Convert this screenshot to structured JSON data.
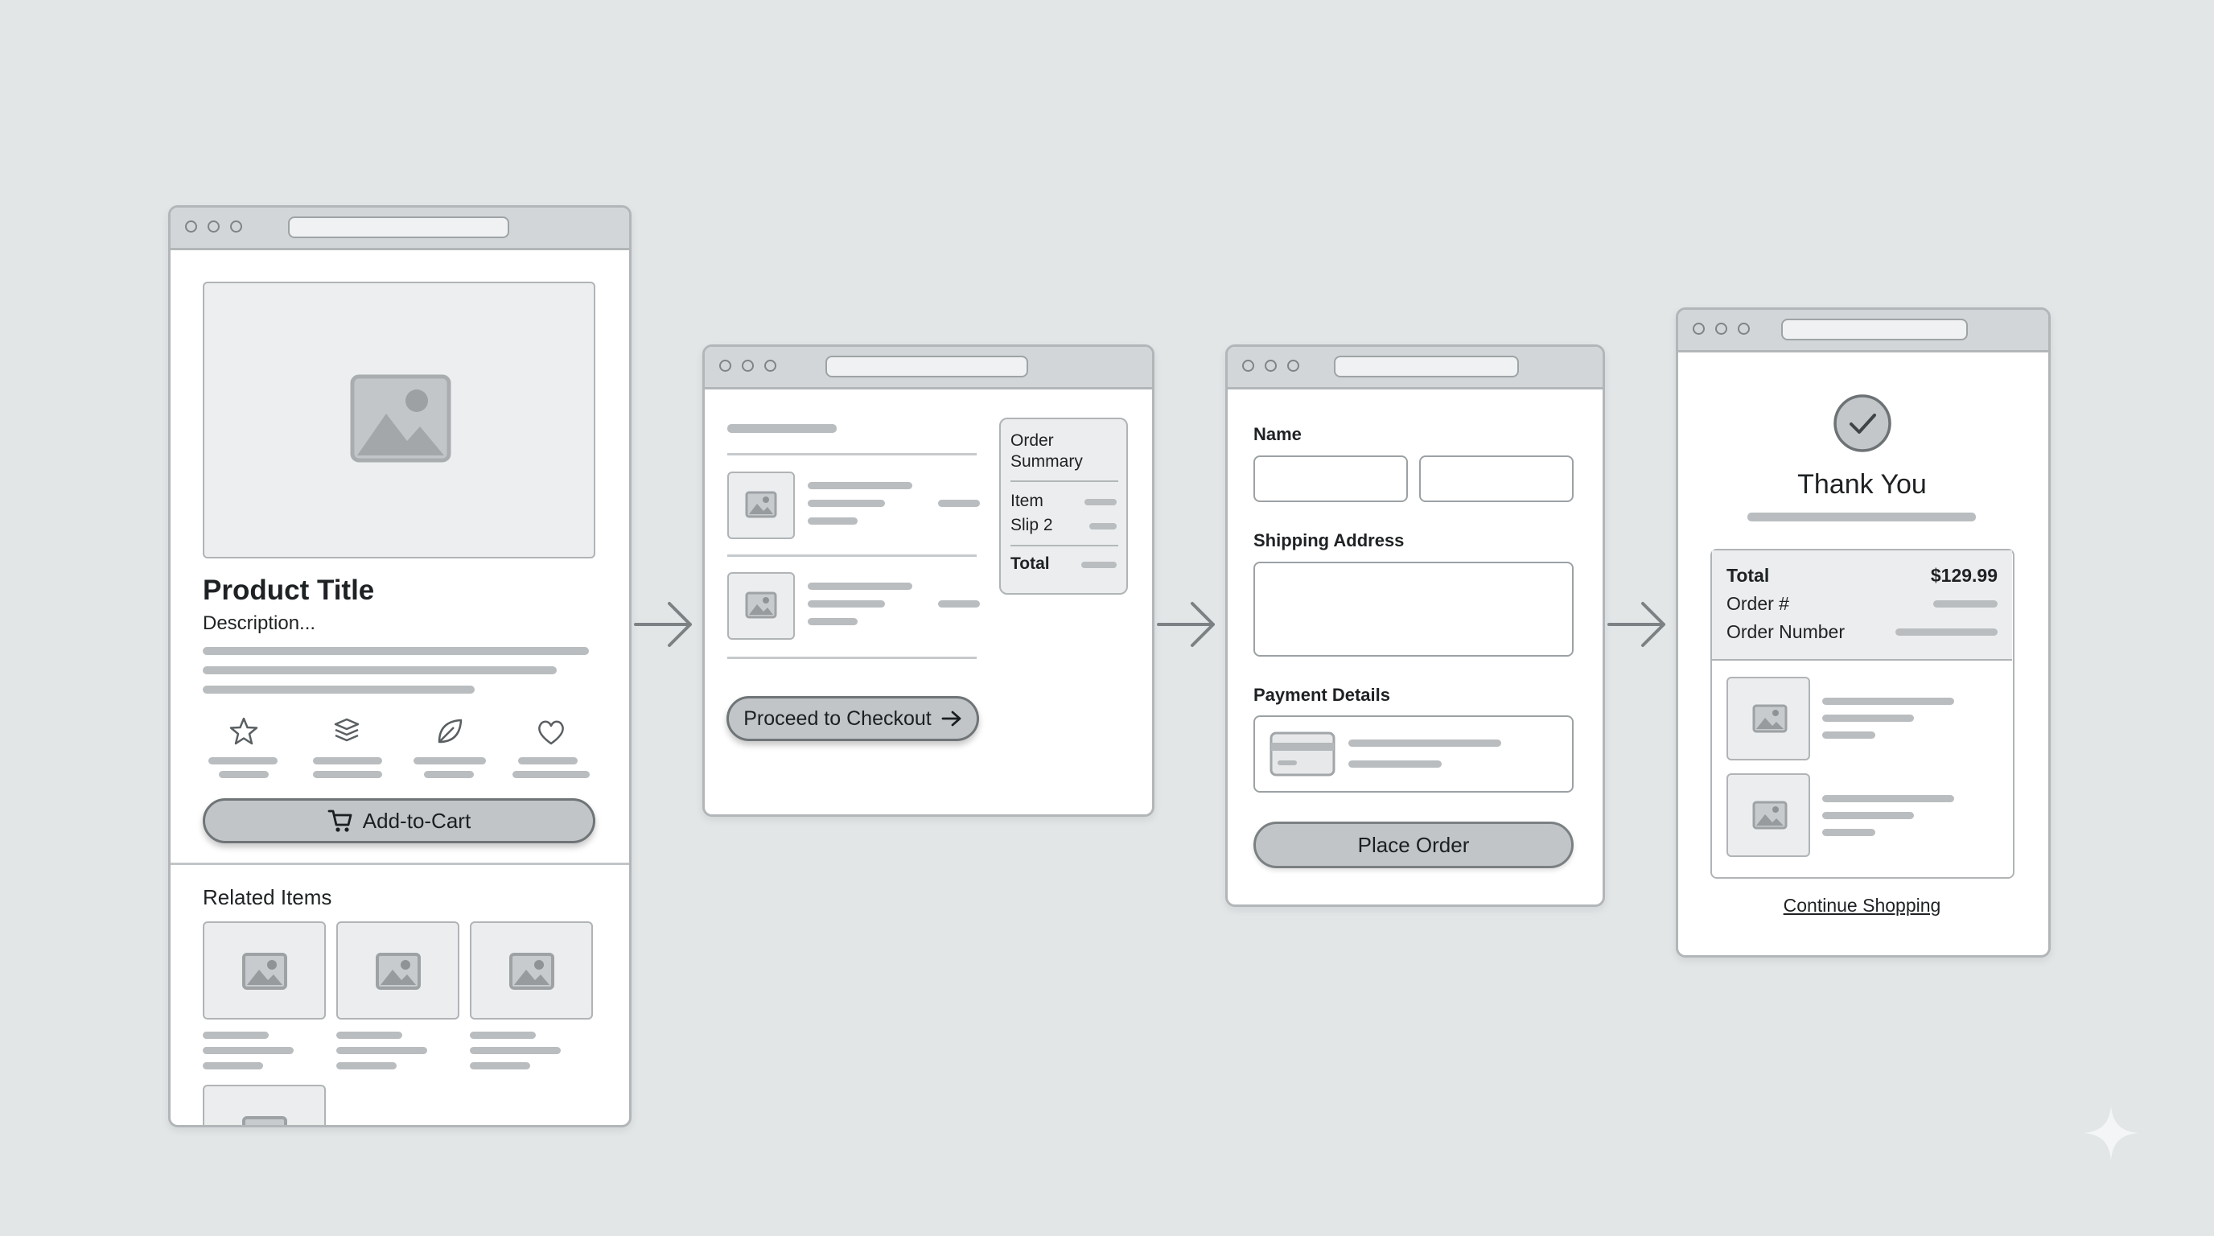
{
  "product_page": {
    "title": "Product Title",
    "description": "Description...",
    "add_to_cart": "Add-to-Cart",
    "related_heading": "Related Items"
  },
  "cart_page": {
    "summary_title": "Order\nSummary",
    "summary_line_1": "Item",
    "summary_line_2": "Slip 2",
    "summary_total": "Total",
    "checkout_button": "Proceed to Checkout"
  },
  "checkout_page": {
    "name_label": "Name",
    "shipping_label": "Shipping Address",
    "payment_label": "Payment Details",
    "place_order": "Place Order"
  },
  "confirmation_page": {
    "heading": "Thank You",
    "total_label": "Total",
    "total_value": "$129.99",
    "order_hash_label": "Order #",
    "order_number_label": "Order Number",
    "continue_link": "Continue Shopping"
  },
  "colors": {
    "background": "#e2e6e7",
    "window_border": "#b2b6b8",
    "button_fill": "#c1c5c7"
  },
  "icons": [
    "image-placeholder-icon",
    "star-icon",
    "layers-icon",
    "leaf-icon",
    "heart-icon",
    "cart-icon",
    "arrow-right-icon",
    "check-circle-icon",
    "credit-card-icon"
  ]
}
